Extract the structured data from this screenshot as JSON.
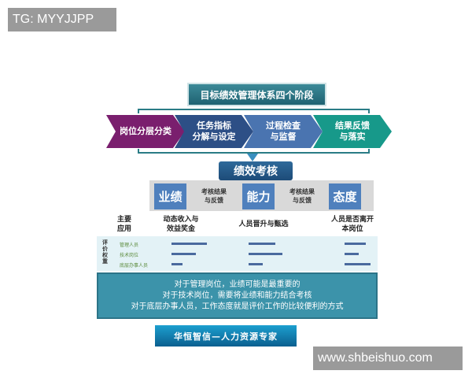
{
  "watermarks": {
    "top": "TG: MYYJJPP",
    "bottom": "www.shbeishuo.com"
  },
  "title": "目标绩效管理体系四个阶段",
  "stages": [
    {
      "label": "岗位分层分类",
      "color": "#7a1f6e"
    },
    {
      "label": "任务指标\n分解与设定",
      "color": "#2d4f86"
    },
    {
      "label": "过程检查\n与监督",
      "color": "#4a74b0"
    },
    {
      "label": "结果反馈\n与落实",
      "color": "#17998a"
    }
  ],
  "assessment": "绩效考核",
  "dimensions": [
    "业绩",
    "能力",
    "态度"
  ],
  "feedback_labels": [
    "考核结果\n与反馈",
    "考核结果\n与反馈"
  ],
  "applications": {
    "label": "主要\n应用",
    "items": [
      "动态收入与\n效益奖金",
      "人员晋升与甄选",
      "人员是否离开\n本岗位"
    ]
  },
  "weights": {
    "label": "评价权重",
    "rows": [
      {
        "label": "管理人员",
        "values": [
          1.0,
          0.76,
          0.6
        ]
      },
      {
        "label": "技术岗位",
        "values": [
          0.69,
          0.96,
          0.4
        ]
      },
      {
        "label": "底层办事人员",
        "values": [
          0.31,
          0.4,
          0.73
        ]
      }
    ]
  },
  "notes": [
    "对于管理岗位，业绩可能是最重要的",
    "对于技术岗位，需要将业绩和能力结合考核",
    "对于底层办事人员，工作态度就是评价工作的比较便利的方式"
  ],
  "footer_button": "华恒智信—人力资源专家"
}
